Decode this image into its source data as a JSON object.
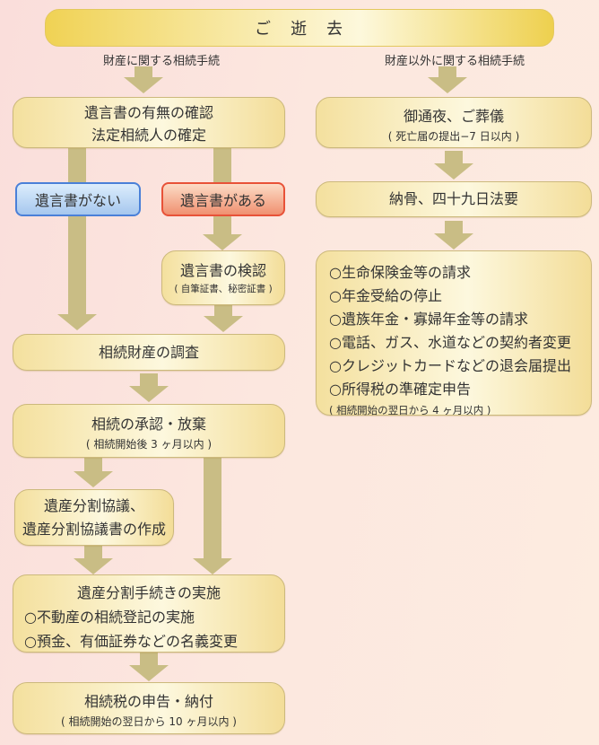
{
  "banner": {
    "text": "ご　逝　去"
  },
  "column_labels": {
    "left": "財産に関する相続手続",
    "right": "財産以外に関する相続手続"
  },
  "left_flow": {
    "confirm_will": {
      "line1": "遺言書の有無の確認",
      "line2": "法定相続人の確定"
    },
    "no_will": {
      "label": "遺言書がない"
    },
    "has_will": {
      "label": "遺言書がある"
    },
    "probate": {
      "title": "遺言書の検認",
      "note": "( 自筆証書、秘密証書 )"
    },
    "survey": {
      "title": "相続財産の調査"
    },
    "approval": {
      "title": "相続の承認・放棄",
      "note": "( 相続開始後 3 ヶ月以内 )"
    },
    "division_talks": {
      "line1": "遺産分割協議、",
      "line2": "遺産分割協議書の作成"
    },
    "division_exec": {
      "title": "遺産分割手続きの実施",
      "item1": "○不動産の相続登記の実施",
      "item2": "○預金、有価証券などの名義変更"
    },
    "tax": {
      "title": "相続税の申告・納付",
      "note": "( 相続開始の翌日から 10 ヶ月以内 )"
    }
  },
  "right_flow": {
    "funeral": {
      "title": "御通夜、ご葬儀",
      "note": "( 死亡届の提出−7 日以内 )"
    },
    "interment": {
      "title": "納骨、四十九日法要"
    },
    "checklist": {
      "items": [
        "○生命保険金等の請求",
        "○年金受給の停止",
        "○遺族年金・寡婦年金等の請求",
        "○電話、ガス、水道などの契約者変更",
        "○クレジットカードなどの退会届提出",
        "○所得税の準確定申告"
      ],
      "note": "( 相続開始の翌日から 4 ヶ月以内 )"
    }
  },
  "colors": {
    "background_left": "#fadedb",
    "background_right": "#fdece0",
    "banner_gold": "#f0d254",
    "banner_light": "#fdf8dc",
    "box_fill_gold": "#f4e09e",
    "box_fill_light": "#fdf8de",
    "box_border": "#ccb97c",
    "arrow": "#c9bd85",
    "no_will_fill": "#a6c7ee",
    "no_will_border": "#4a80d8",
    "has_will_fill": "#f09070",
    "has_will_border": "#e85238",
    "text": "#333333"
  }
}
